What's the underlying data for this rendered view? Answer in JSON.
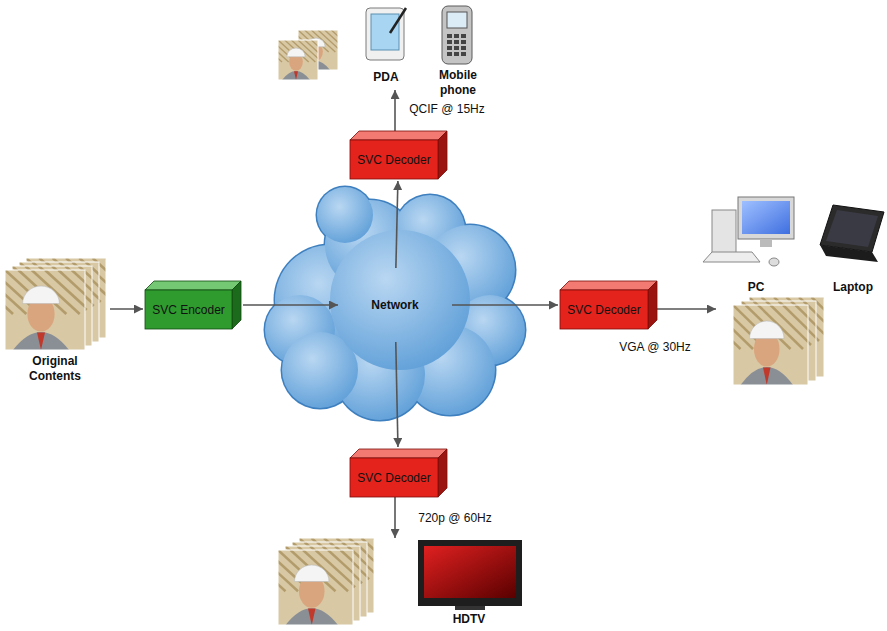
{
  "diagram": {
    "nodes": [
      {
        "text": [
          "SVC Decoder"
        ]
      },
      {
        "text": [
          "SVC Encoder"
        ]
      },
      {
        "text": [
          "Network"
        ]
      },
      {
        "text": [
          "SVC Decoder"
        ]
      },
      {
        "text": [
          "SVC Decoder"
        ]
      }
    ],
    "edges": [
      {
        "from": 1,
        "to": 2,
        "arrow": "to"
      },
      {
        "from": 2,
        "to": 0,
        "arrow": "to"
      },
      {
        "from": 2,
        "to": 3,
        "arrow": "to"
      },
      {
        "from": 2,
        "to": 4,
        "arrow": "to"
      }
    ],
    "labels": [
      "PDA",
      "Mobile phone",
      "QCIF @ 15Hz",
      "Original Contents",
      "PC",
      "Laptop",
      "VGA @ 30Hz",
      "720p @ 60Hz",
      "HDTV"
    ]
  }
}
